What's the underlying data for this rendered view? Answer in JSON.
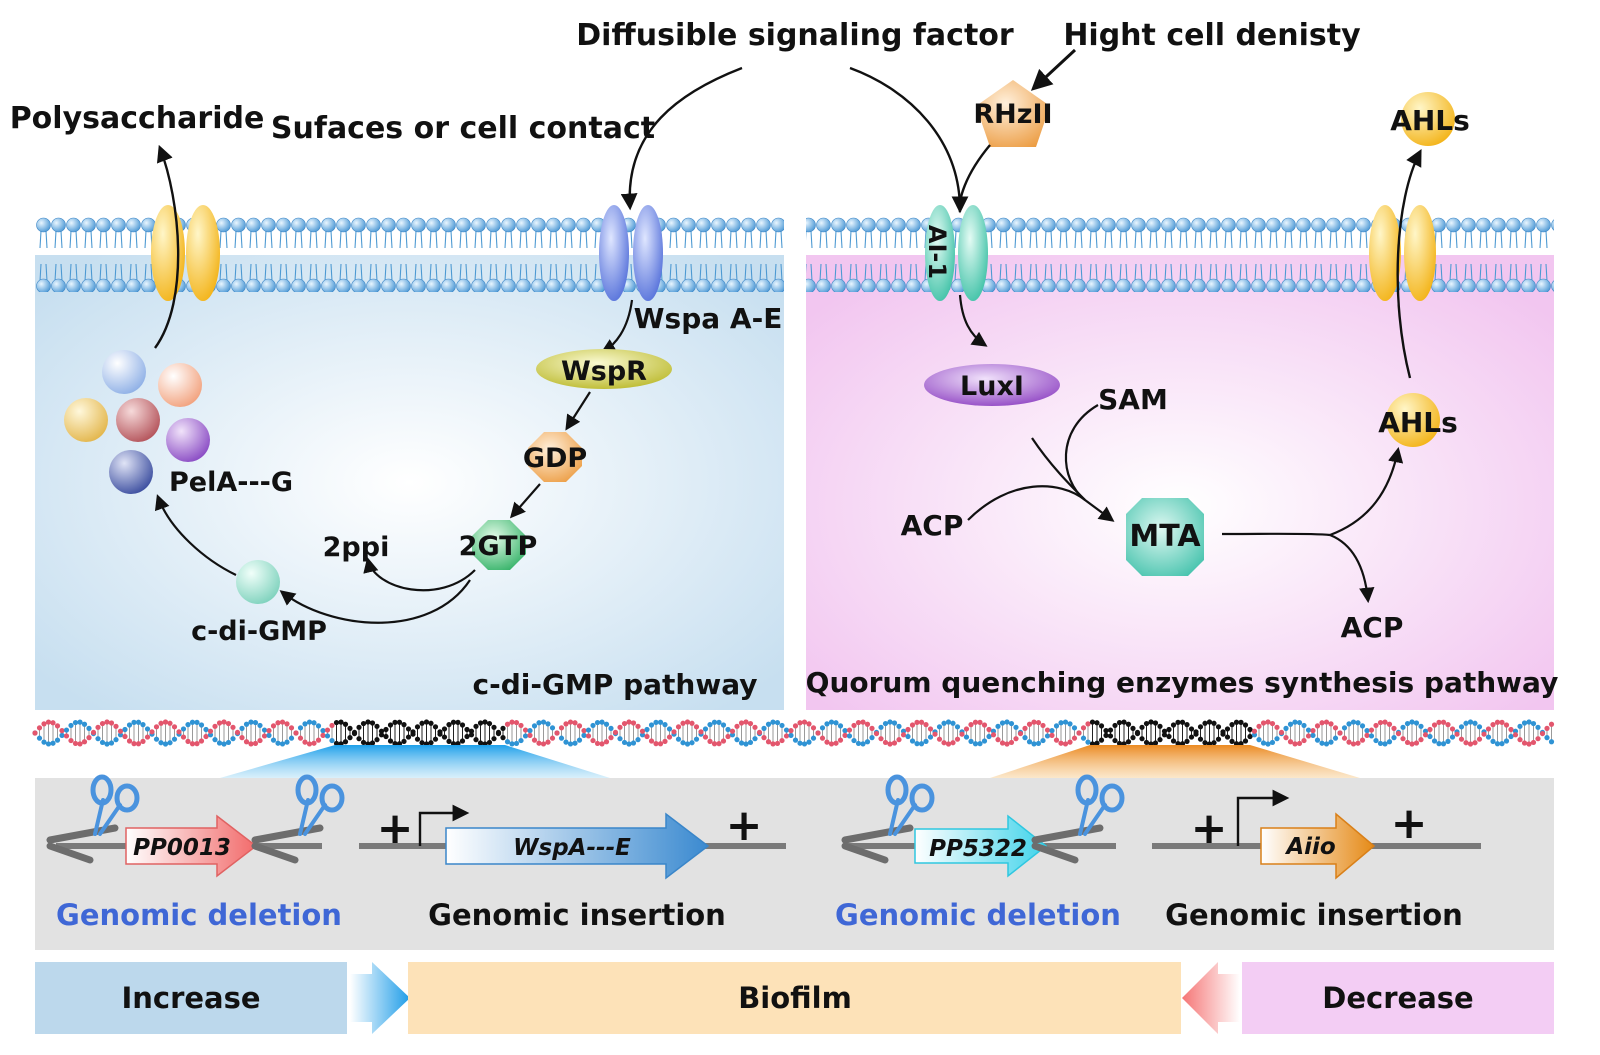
{
  "top": {
    "signal": "Diffusible signaling factor",
    "density": "Hight cell denisty",
    "polysaccharide": "Polysaccharide",
    "surfaces": "Sufaces or cell contact",
    "ahls_out": "AHLs",
    "rhzii": "RHzII"
  },
  "left_panel": {
    "wspa": "Wspa A-E",
    "wspr": "WspR",
    "gdp": "GDP",
    "gtp": "2GTP",
    "ppi": "2ppi",
    "cdigmp": "c-di-GMP",
    "pela": "PelA---G",
    "title": "c-di-GMP pathway"
  },
  "right_panel": {
    "ai1": "AI-1",
    "luxi": "LuxI",
    "sam": "SAM",
    "acp_in": "ACP",
    "mta": "MTA",
    "ahls": "AHLs",
    "acp_out": "ACP",
    "title": "Quorum quenching enzymes synthesis pathway"
  },
  "genome": {
    "gene1": "PP0013",
    "gene2": "WspA---E",
    "gene3": "PP5322",
    "gene4": "Aiio",
    "plus": "+",
    "deletion": "Genomic deletion",
    "insertion": "Genomic insertion"
  },
  "bottom": {
    "increase": "Increase",
    "biofilm": "Biofilm",
    "decrease": "Decrease"
  },
  "colors": {
    "left_panel": "#dcebf6",
    "right_panel": "#f7d4f5",
    "genome_box": "#e2e2e2",
    "increase": "#bcd8ec",
    "biofilm": "#fde2b8",
    "decrease": "#f3cdf4",
    "blue_text": "#3f67d6"
  }
}
